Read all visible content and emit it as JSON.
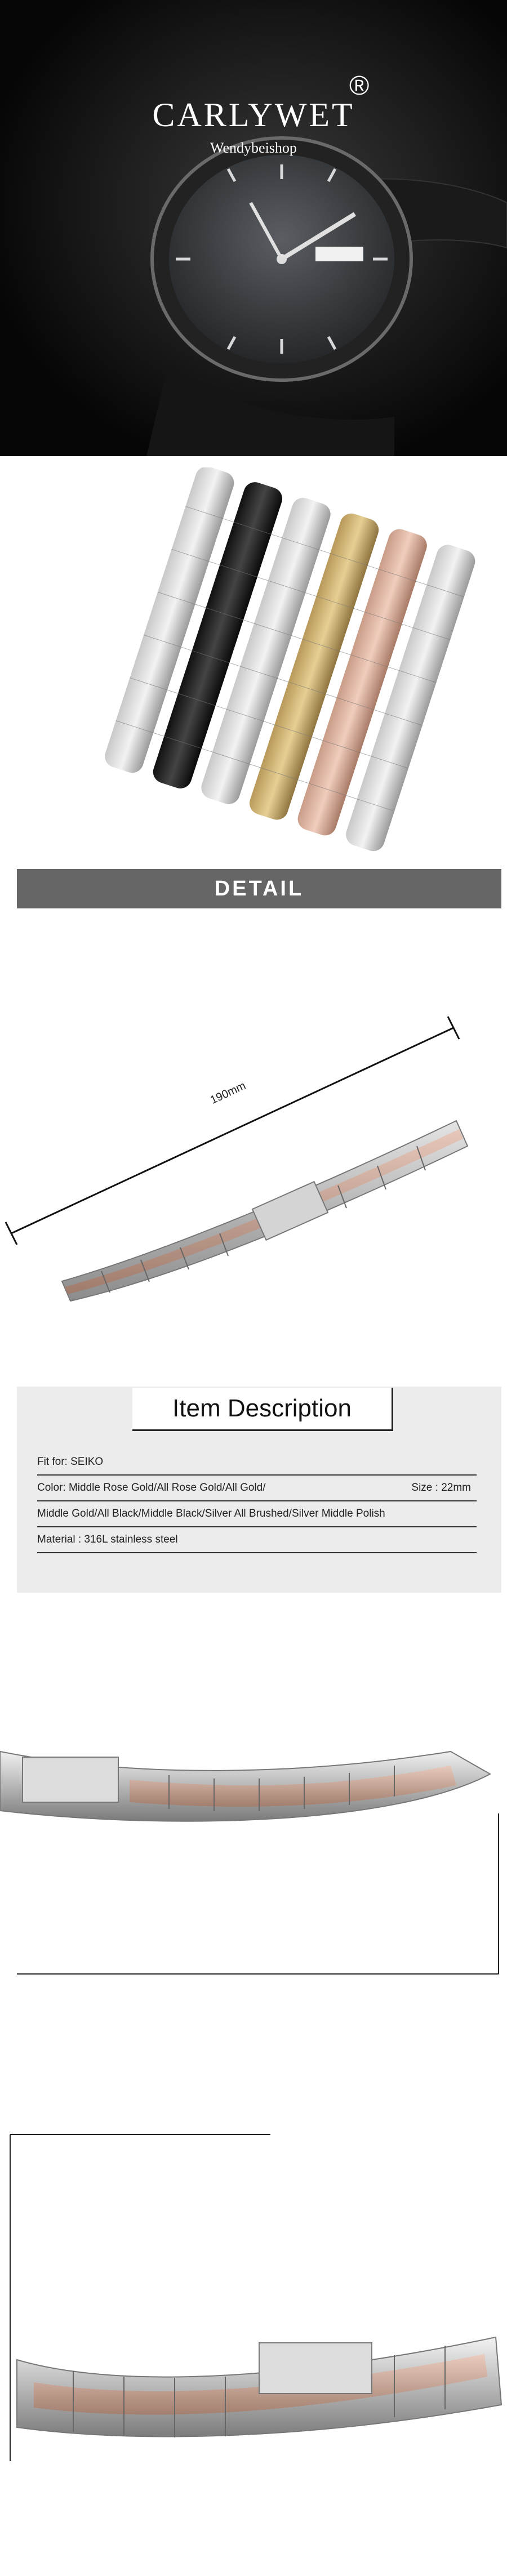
{
  "banner": {
    "brand": "CARLYWET",
    "registered": "®",
    "shop": "Wendybeishop"
  },
  "detail": {
    "label": "DETAIL"
  },
  "dimension": {
    "length": "190mm"
  },
  "description": {
    "title": "Item Description",
    "fit": "Fit for: SEIKO",
    "color": "Color:  Middle Rose Gold/All Rose Gold/All Gold/",
    "size": "Size : 22mm",
    "color_cont": "Middle Gold/All Black/Middle Black/Silver All Brushed/Silver Middle Polish",
    "material": "Material : 316L stainless steel"
  }
}
